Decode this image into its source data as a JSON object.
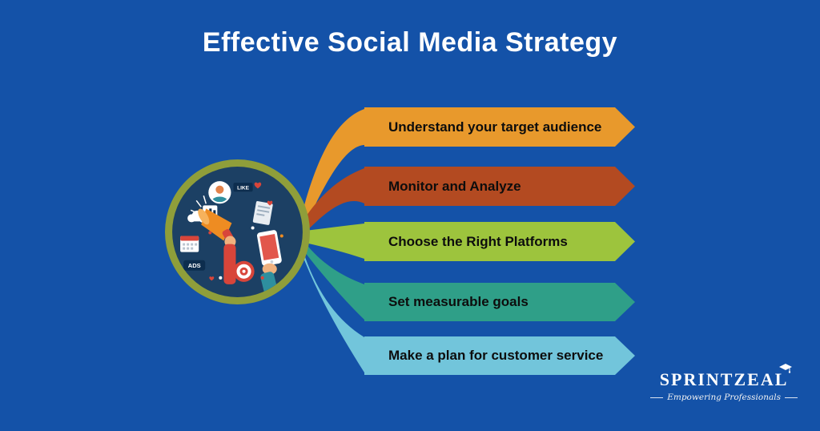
{
  "canvas": {
    "background": "#1452a8"
  },
  "header": {
    "title": "Effective Social Media Strategy"
  },
  "illustration": {
    "ring_color": "#8f9e3a",
    "inner_color": "#1c4064",
    "like_label": "LIKE",
    "ads_label": "ADS"
  },
  "steps": [
    {
      "label": "Understand your target audience",
      "color": "#e8992c"
    },
    {
      "label": "Monitor and Analyze",
      "color": "#b34a21"
    },
    {
      "label": "Choose the Right Platforms",
      "color": "#9dc43d"
    },
    {
      "label": "Set measurable goals",
      "color": "#2f9f88"
    },
    {
      "label": "Make a plan for customer service",
      "color": "#72c5db"
    }
  ],
  "logo": {
    "name": "SPRINTZEAL",
    "tagline": "Empowering Professionals"
  }
}
